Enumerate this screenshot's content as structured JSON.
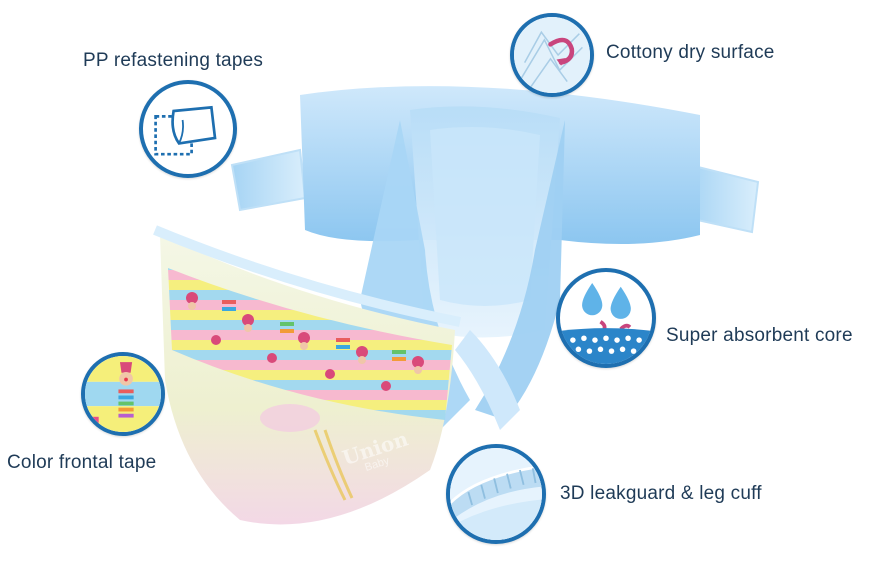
{
  "features": {
    "refastening_tapes": {
      "label": "PP refastening tapes",
      "icon": "tape-icon"
    },
    "dry_surface": {
      "label": "Cottony dry surface",
      "icon": "cotton-surface-icon"
    },
    "absorbent_core": {
      "label": "Super absorbent core",
      "icon": "water-drops-icon"
    },
    "frontal_tape": {
      "label": "Color frontal tape",
      "icon": "clown-pattern-icon"
    },
    "leakguard": {
      "label": "3D leakguard & leg cuff",
      "icon": "leg-cuff-icon"
    }
  },
  "product": {
    "brand": "Union",
    "sub": "Baby"
  },
  "colors": {
    "label_text": "#1f3b57",
    "badge_ring": "#1e6fb0",
    "diaper_blue": "#9fd0f2",
    "diaper_light": "#d6ecfb"
  }
}
